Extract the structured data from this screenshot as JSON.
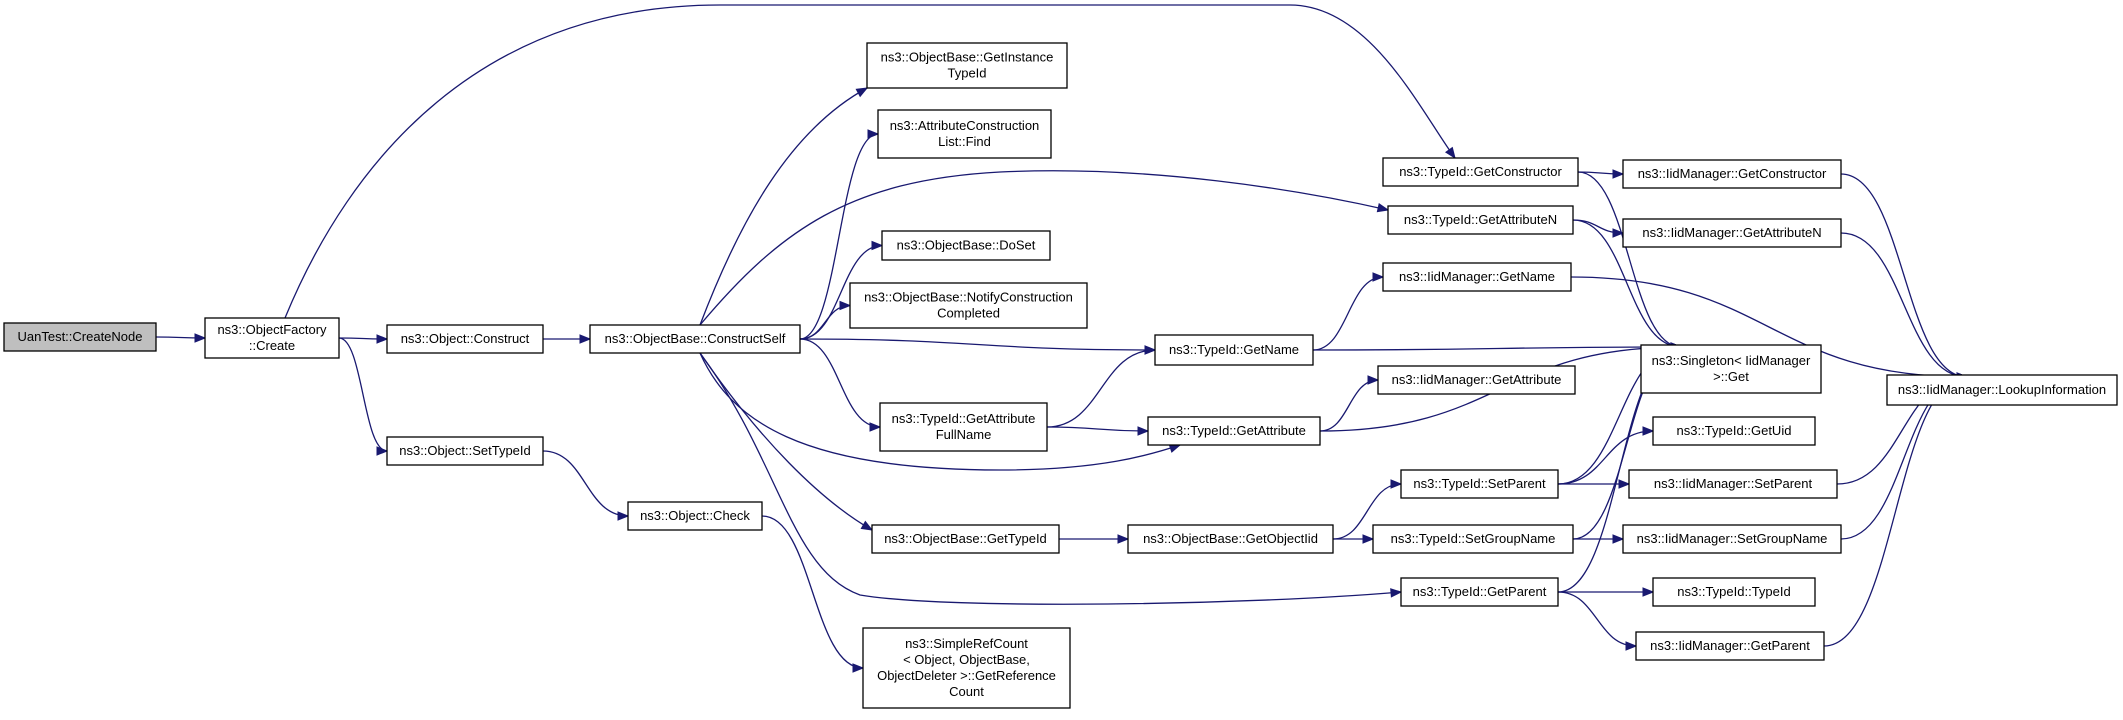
{
  "diagram": {
    "edge_color": "#191970",
    "root_fill": "#bfbfbf",
    "nodes": [
      {
        "id": "n_uantest_createnode",
        "lines": [
          "UanTest::CreateNode"
        ],
        "root": true
      },
      {
        "id": "n_objectfactory_create",
        "lines": [
          "ns3::ObjectFactory",
          "::Create"
        ]
      },
      {
        "id": "n_object_construct",
        "lines": [
          "ns3::Object::Construct"
        ]
      },
      {
        "id": "n_object_settypeid",
        "lines": [
          "ns3::Object::SetTypeId"
        ]
      },
      {
        "id": "n_object_check",
        "lines": [
          "ns3::Object::Check"
        ]
      },
      {
        "id": "n_simplerefcount",
        "lines": [
          "ns3::SimpleRefCount",
          "< Object, ObjectBase,",
          "ObjectDeleter >::GetReference",
          "Count"
        ]
      },
      {
        "id": "n_objectbase_constructself",
        "lines": [
          "ns3::ObjectBase::ConstructSelf"
        ]
      },
      {
        "id": "n_objectbase_getinstancetypeid",
        "lines": [
          "ns3::ObjectBase::GetInstance",
          "TypeId"
        ]
      },
      {
        "id": "n_attributeconstructionlist_find",
        "lines": [
          "ns3::AttributeConstruction",
          "List::Find"
        ]
      },
      {
        "id": "n_objectbase_doset",
        "lines": [
          "ns3::ObjectBase::DoSet"
        ]
      },
      {
        "id": "n_objectbase_notifyconstruction",
        "lines": [
          "ns3::ObjectBase::NotifyConstruction",
          "Completed"
        ]
      },
      {
        "id": "n_typeid_getattributefullname",
        "lines": [
          "ns3::TypeId::GetAttribute",
          "FullName"
        ]
      },
      {
        "id": "n_objectbase_gettypeid",
        "lines": [
          "ns3::ObjectBase::GetTypeId"
        ]
      },
      {
        "id": "n_typeid_getname",
        "lines": [
          "ns3::TypeId::GetName"
        ]
      },
      {
        "id": "n_typeid_getattribute",
        "lines": [
          "ns3::TypeId::GetAttribute"
        ]
      },
      {
        "id": "n_objectbase_getobjectiid",
        "lines": [
          "ns3::ObjectBase::GetObjectIid"
        ]
      },
      {
        "id": "n_typeid_getconstructor",
        "lines": [
          "ns3::TypeId::GetConstructor"
        ]
      },
      {
        "id": "n_typeid_getattributen",
        "lines": [
          "ns3::TypeId::GetAttributeN"
        ]
      },
      {
        "id": "n_iidmanager_getname",
        "lines": [
          "ns3::IidManager::GetName"
        ]
      },
      {
        "id": "n_iidmanager_getattribute",
        "lines": [
          "ns3::IidManager::GetAttribute"
        ]
      },
      {
        "id": "n_typeid_setparent",
        "lines": [
          "ns3::TypeId::SetParent"
        ]
      },
      {
        "id": "n_typeid_setgroupname",
        "lines": [
          "ns3::TypeId::SetGroupName"
        ]
      },
      {
        "id": "n_typeid_getparent",
        "lines": [
          "ns3::TypeId::GetParent"
        ]
      },
      {
        "id": "n_iidmanager_getconstructor",
        "lines": [
          "ns3::IidManager::GetConstructor"
        ]
      },
      {
        "id": "n_iidmanager_getattributen",
        "lines": [
          "ns3::IidManager::GetAttributeN"
        ]
      },
      {
        "id": "n_singleton_get",
        "lines": [
          "ns3::Singleton< IidManager",
          ">::Get"
        ]
      },
      {
        "id": "n_typeid_getuid",
        "lines": [
          "ns3::TypeId::GetUid"
        ]
      },
      {
        "id": "n_iidmanager_setparent",
        "lines": [
          "ns3::IidManager::SetParent"
        ]
      },
      {
        "id": "n_iidmanager_setgroupname",
        "lines": [
          "ns3::IidManager::SetGroupName"
        ]
      },
      {
        "id": "n_typeid_typeid",
        "lines": [
          "ns3::TypeId::TypeId"
        ]
      },
      {
        "id": "n_iidmanager_getparent",
        "lines": [
          "ns3::IidManager::GetParent"
        ]
      },
      {
        "id": "n_iidmanager_lookupinformation",
        "lines": [
          "ns3::IidManager::LookupInformation"
        ]
      }
    ],
    "edges": [
      [
        "n_uantest_createnode",
        "n_objectfactory_create"
      ],
      [
        "n_objectfactory_create",
        "n_object_construct"
      ],
      [
        "n_objectfactory_create",
        "n_object_settypeid"
      ],
      [
        "n_objectfactory_create",
        "n_typeid_getconstructor"
      ],
      [
        "n_object_construct",
        "n_objectbase_constructself"
      ],
      [
        "n_object_settypeid",
        "n_object_check"
      ],
      [
        "n_object_check",
        "n_simplerefcount"
      ],
      [
        "n_objectbase_constructself",
        "n_objectbase_getinstancetypeid"
      ],
      [
        "n_objectbase_constructself",
        "n_attributeconstructionlist_find"
      ],
      [
        "n_objectbase_constructself",
        "n_objectbase_doset"
      ],
      [
        "n_objectbase_constructself",
        "n_objectbase_notifyconstruction"
      ],
      [
        "n_objectbase_constructself",
        "n_typeid_getname"
      ],
      [
        "n_objectbase_constructself",
        "n_typeid_getattributefullname"
      ],
      [
        "n_objectbase_constructself",
        "n_typeid_getattribute"
      ],
      [
        "n_objectbase_constructself",
        "n_objectbase_gettypeid"
      ],
      [
        "n_objectbase_constructself",
        "n_typeid_getattributen"
      ],
      [
        "n_objectbase_constructself",
        "n_typeid_getparent"
      ],
      [
        "n_typeid_getattributefullname",
        "n_typeid_getname"
      ],
      [
        "n_typeid_getattributefullname",
        "n_typeid_getattribute"
      ],
      [
        "n_objectbase_gettypeid",
        "n_objectbase_getobjectiid"
      ],
      [
        "n_objectbase_getobjectiid",
        "n_typeid_setparent"
      ],
      [
        "n_objectbase_getobjectiid",
        "n_typeid_setgroupname"
      ],
      [
        "n_typeid_getname",
        "n_iidmanager_getname"
      ],
      [
        "n_typeid_getname",
        "n_singleton_get"
      ],
      [
        "n_typeid_getattribute",
        "n_iidmanager_getattribute"
      ],
      [
        "n_typeid_getattribute",
        "n_singleton_get"
      ],
      [
        "n_typeid_getconstructor",
        "n_iidmanager_getconstructor"
      ],
      [
        "n_typeid_getconstructor",
        "n_singleton_get"
      ],
      [
        "n_typeid_getattributen",
        "n_iidmanager_getattributen"
      ],
      [
        "n_typeid_getattributen",
        "n_singleton_get"
      ],
      [
        "n_typeid_setparent",
        "n_singleton_get"
      ],
      [
        "n_typeid_setparent",
        "n_typeid_getuid"
      ],
      [
        "n_typeid_setparent",
        "n_iidmanager_setparent"
      ],
      [
        "n_typeid_setgroupname",
        "n_singleton_get"
      ],
      [
        "n_typeid_setgroupname",
        "n_iidmanager_setgroupname"
      ],
      [
        "n_typeid_getparent",
        "n_singleton_get"
      ],
      [
        "n_typeid_getparent",
        "n_typeid_typeid"
      ],
      [
        "n_typeid_getparent",
        "n_iidmanager_getparent"
      ],
      [
        "n_iidmanager_getname",
        "n_iidmanager_lookupinformation"
      ],
      [
        "n_iidmanager_getconstructor",
        "n_iidmanager_lookupinformation"
      ],
      [
        "n_iidmanager_getattributen",
        "n_iidmanager_lookupinformation"
      ],
      [
        "n_iidmanager_setparent",
        "n_iidmanager_lookupinformation"
      ],
      [
        "n_iidmanager_setgroupname",
        "n_iidmanager_lookupinformation"
      ],
      [
        "n_iidmanager_getparent",
        "n_iidmanager_lookupinformation"
      ]
    ]
  }
}
